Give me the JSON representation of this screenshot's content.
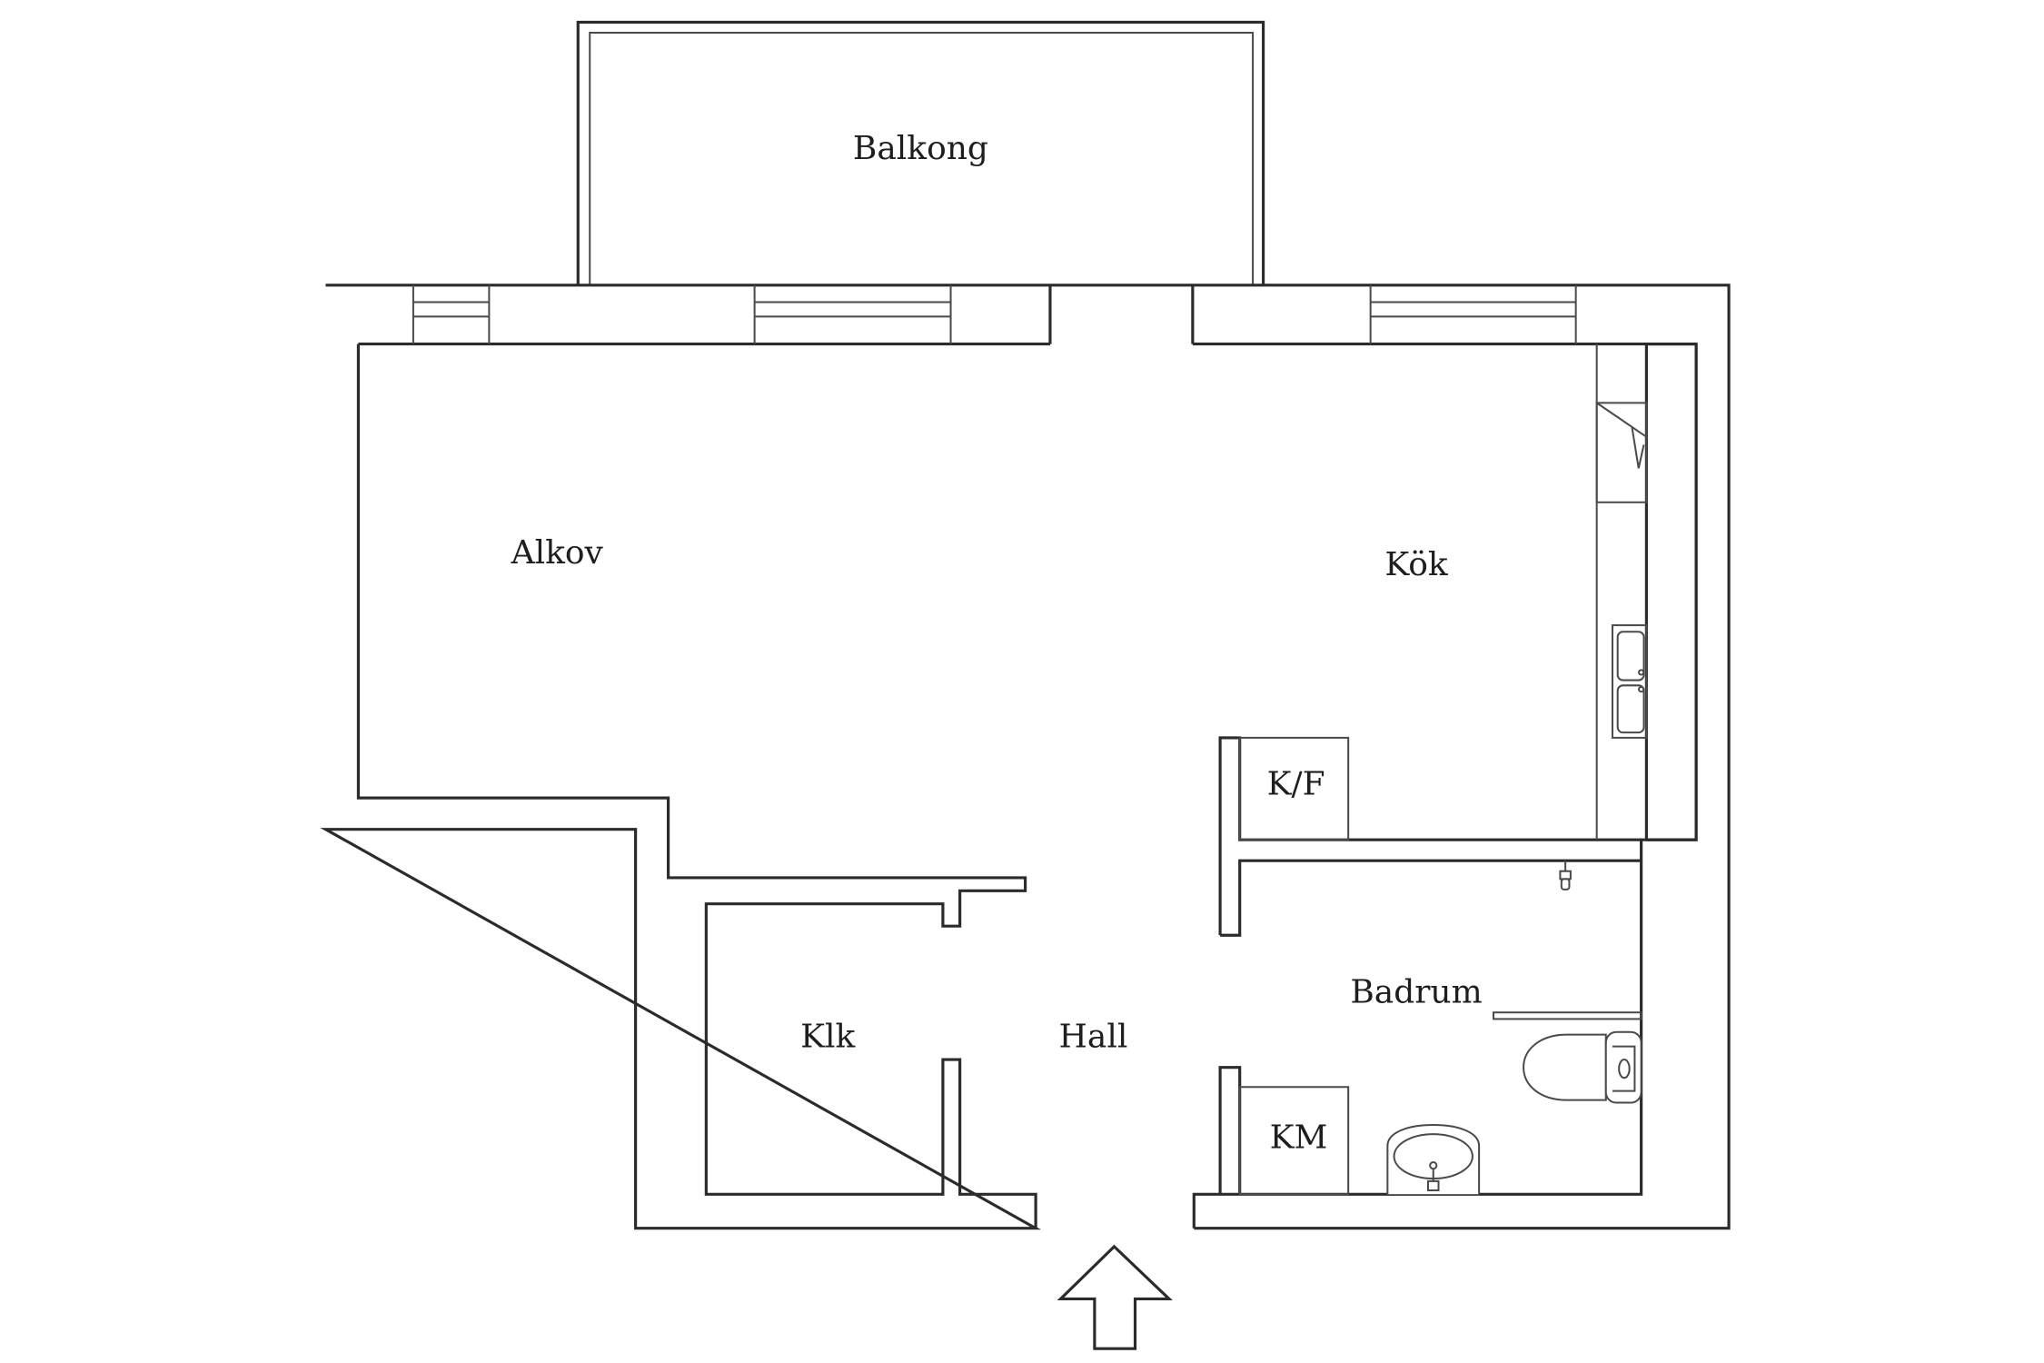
{
  "rooms": {
    "balkong": "Balkong",
    "alkov": "Alkov",
    "kok": "Kök",
    "kf": "K/F",
    "badrum": "Badrum",
    "klk": "Klk",
    "hall": "Hall",
    "km": "KM"
  },
  "icons": {
    "entrance": "entrance-arrow-icon"
  },
  "colors": {
    "line": "#2b2b2b",
    "background": "#ffffff"
  }
}
